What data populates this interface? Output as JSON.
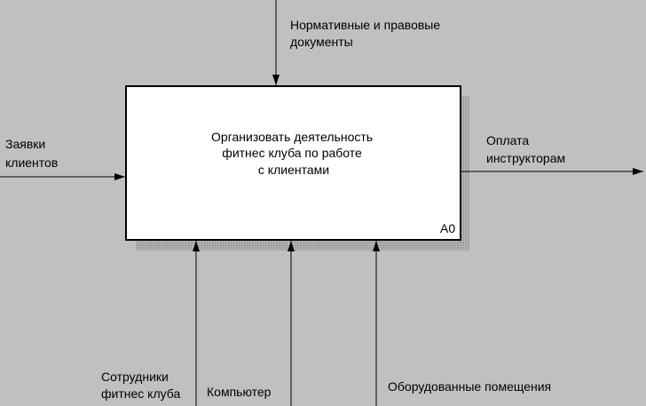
{
  "colors": {
    "background": "#c0c0c0",
    "box_fill": "#ffffff",
    "line": "#000000",
    "shadow": "#6e6e6e"
  },
  "activity": {
    "lines": [
      "Организовать деятельность",
      "фитнес клуба по работе",
      "с клиентами"
    ],
    "node": "A0"
  },
  "inputs": [
    {
      "lines": [
        "Заявки",
        "клиентов"
      ]
    }
  ],
  "controls": [
    {
      "lines": [
        "Нормативные и правовые",
        "документы"
      ]
    }
  ],
  "outputs": [
    {
      "lines": [
        "Оплата",
        "инструкторам"
      ]
    }
  ],
  "mechanisms": [
    {
      "lines": [
        "Сотрудники",
        "фитнес клуба"
      ]
    },
    {
      "lines": [
        "Компьютер"
      ]
    },
    {
      "lines": [
        "Оборудованные помещения"
      ]
    }
  ]
}
